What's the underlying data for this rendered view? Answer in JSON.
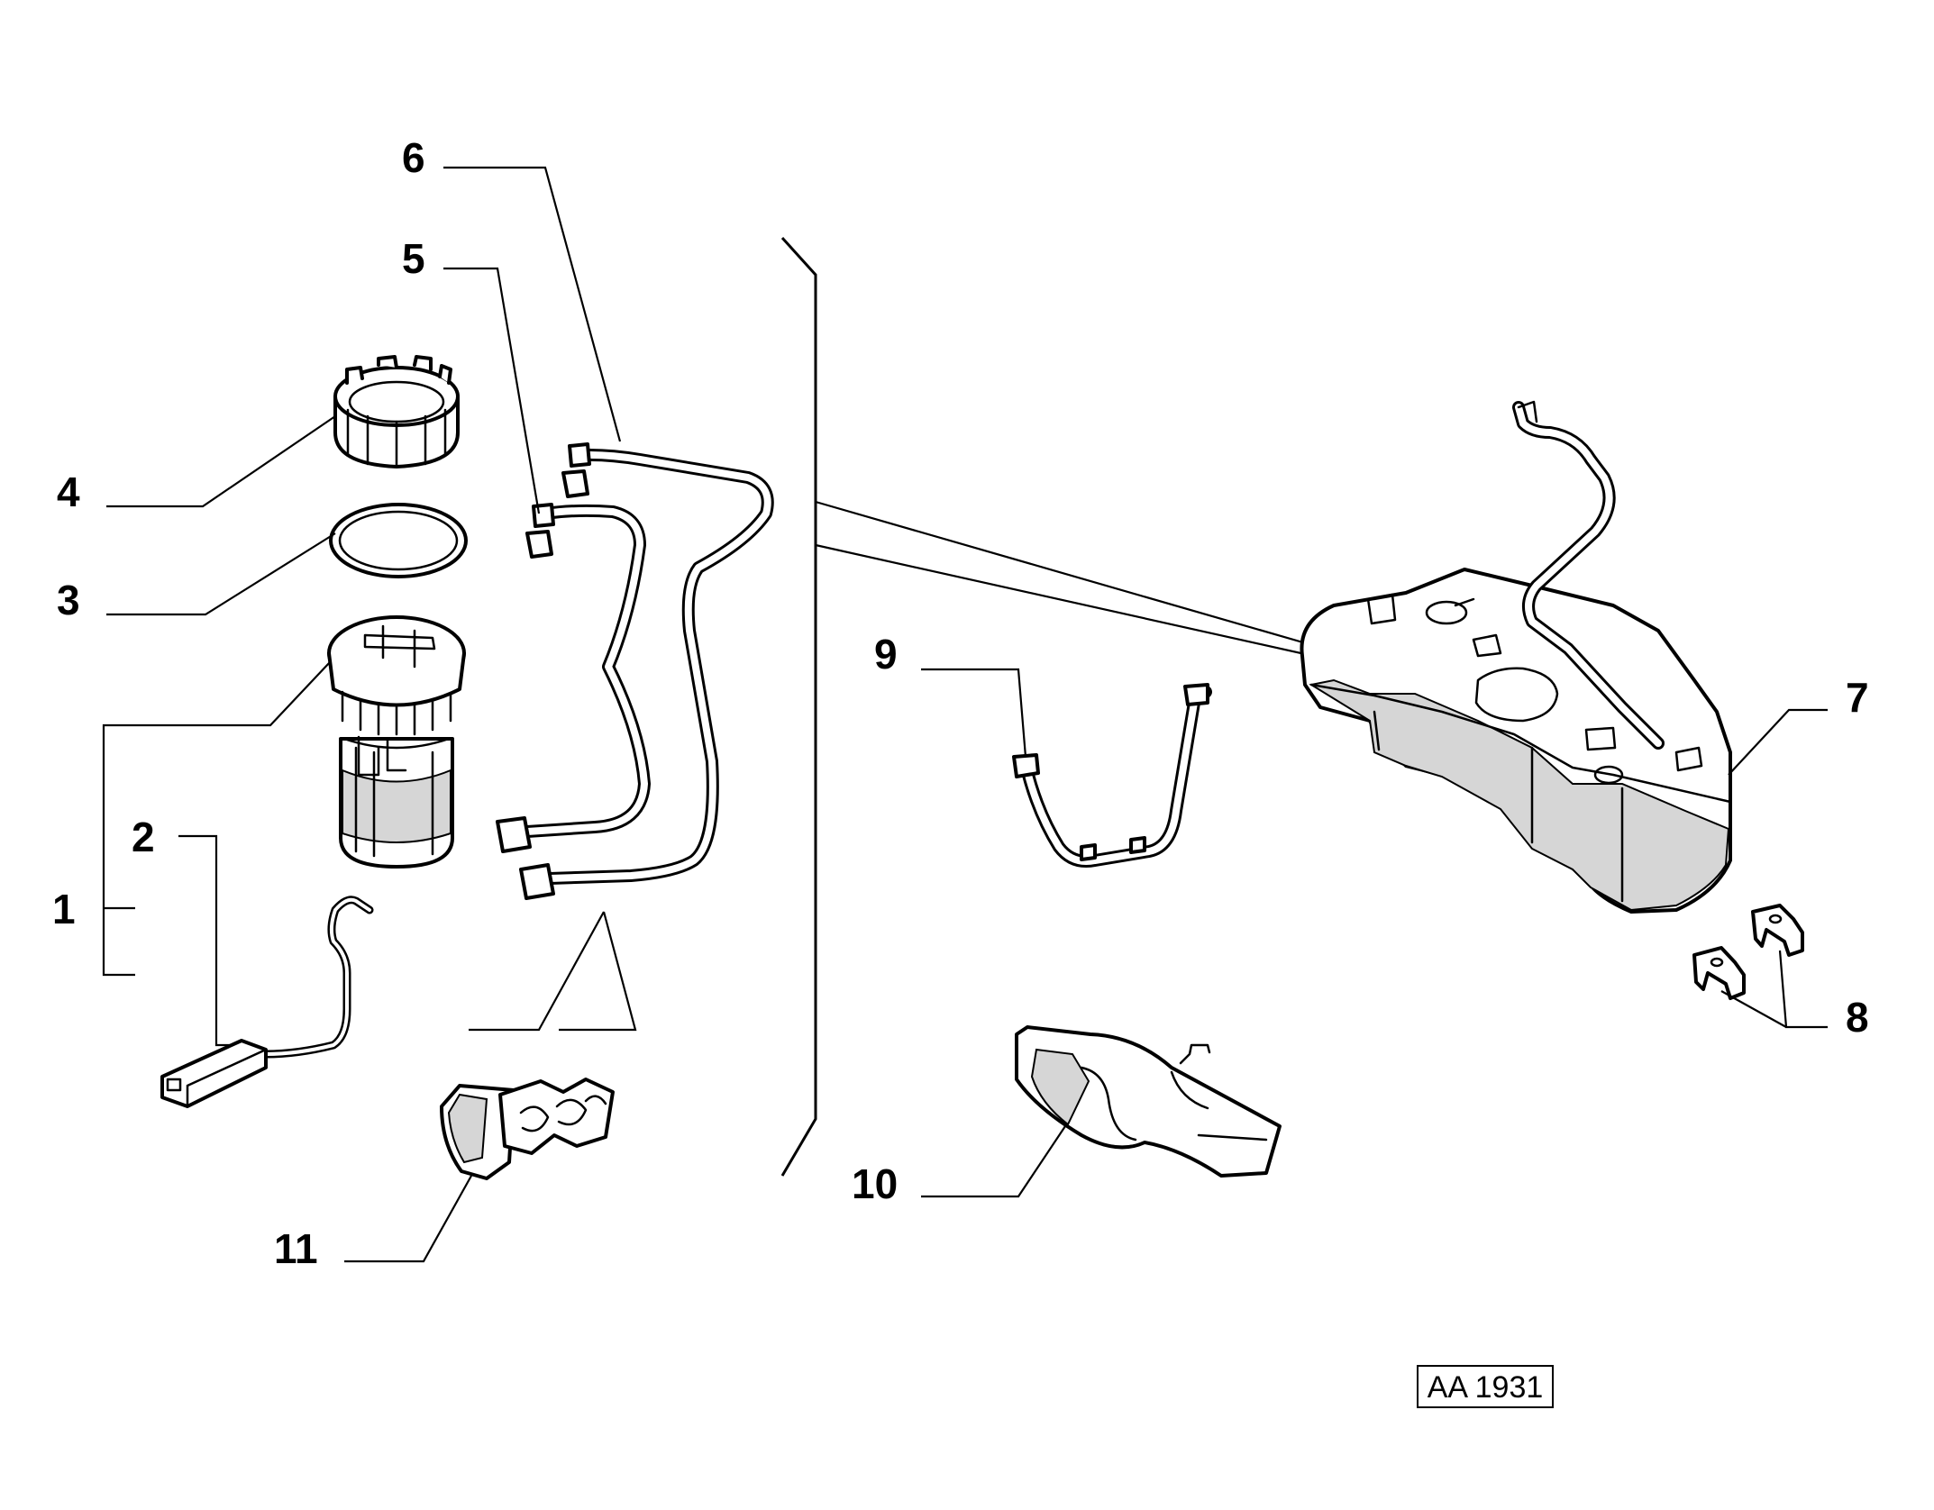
{
  "diagram_id": "AA 1931",
  "callouts": [
    {
      "id": "1",
      "label": "1"
    },
    {
      "id": "2",
      "label": "2"
    },
    {
      "id": "3",
      "label": "3"
    },
    {
      "id": "4",
      "label": "4"
    },
    {
      "id": "5",
      "label": "5"
    },
    {
      "id": "6",
      "label": "6"
    },
    {
      "id": "7",
      "label": "7"
    },
    {
      "id": "8",
      "label": "8"
    },
    {
      "id": "9",
      "label": "9"
    },
    {
      "id": "10",
      "label": "10"
    },
    {
      "id": "11",
      "label": "11"
    }
  ]
}
